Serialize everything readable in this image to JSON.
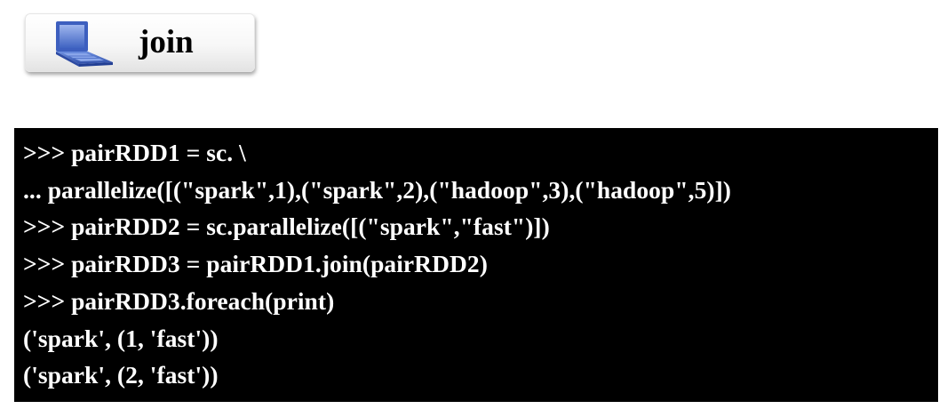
{
  "header": {
    "icon": "laptop-icon",
    "title": "join"
  },
  "code": {
    "lines": [
      ">>> pairRDD1 = sc. \\",
      "... parallelize([(\"spark\",1),(\"spark\",2),(\"hadoop\",3),(\"hadoop\",5)])",
      ">>> pairRDD2 = sc.parallelize([(\"spark\",\"fast\")])",
      ">>> pairRDD3 = pairRDD1.join(pairRDD2)",
      ">>> pairRDD3.foreach(print)",
      "('spark', (1, 'fast'))",
      "('spark', (2, 'fast'))"
    ]
  },
  "colors": {
    "panel_background": "#000000",
    "code_text": "#ffffff",
    "icon_blue": "#4a6fc4"
  }
}
